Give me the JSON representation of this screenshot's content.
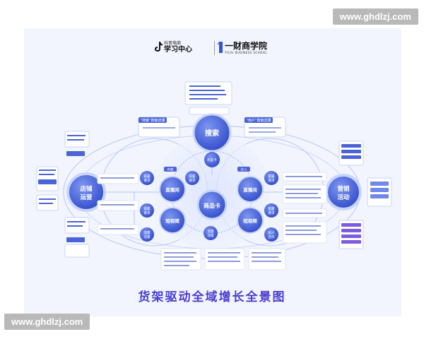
{
  "watermark": {
    "top": "www.ghdlzj.com",
    "bottom": "www.ghdlzj.com"
  },
  "brand": {
    "douyin_small": "抖音电商",
    "douyin_big": "学习中心",
    "yicai_big": "一财商学院",
    "yicai_small": "YICAI BUSINESS SCHOOL"
  },
  "hubs": {
    "center": "商品卡",
    "search": "搜索",
    "store": [
      "店铺",
      "运营"
    ],
    "marketing": [
      "营销",
      "活动"
    ],
    "left_live": "直播间",
    "left_video": "短视频",
    "right_live": "直播间",
    "right_video": "短视频"
  },
  "labels": {
    "search_tag1": "“搜索”搜索流量",
    "search_tag2": "“用户”搜索流量",
    "mid_tag1": "内容",
    "mid_tag2": "达人",
    "left_b1": [
      "前置",
      "要求"
    ],
    "left_b2": [
      "前置",
      "要求"
    ],
    "left_b3": [
      "流量",
      "流量"
    ],
    "right_b1": [
      "前置",
      "要求"
    ],
    "right_b2": [
      "前置",
      "要求"
    ],
    "right_b3": [
      "达人",
      "合作"
    ],
    "center_b1": [
      "前置",
      "要求"
    ],
    "center_b2": [
      "流量",
      "流量"
    ],
    "center_top": "商品卡"
  },
  "bottom_title": "货架驱动全域增长全景图",
  "colors": {
    "hub_dark": "#3551d6",
    "hub_mid": "#5b78e8",
    "hub_light": "#c9d4fb",
    "ring": "#b7c4f6",
    "title": "#4a3fd0"
  }
}
